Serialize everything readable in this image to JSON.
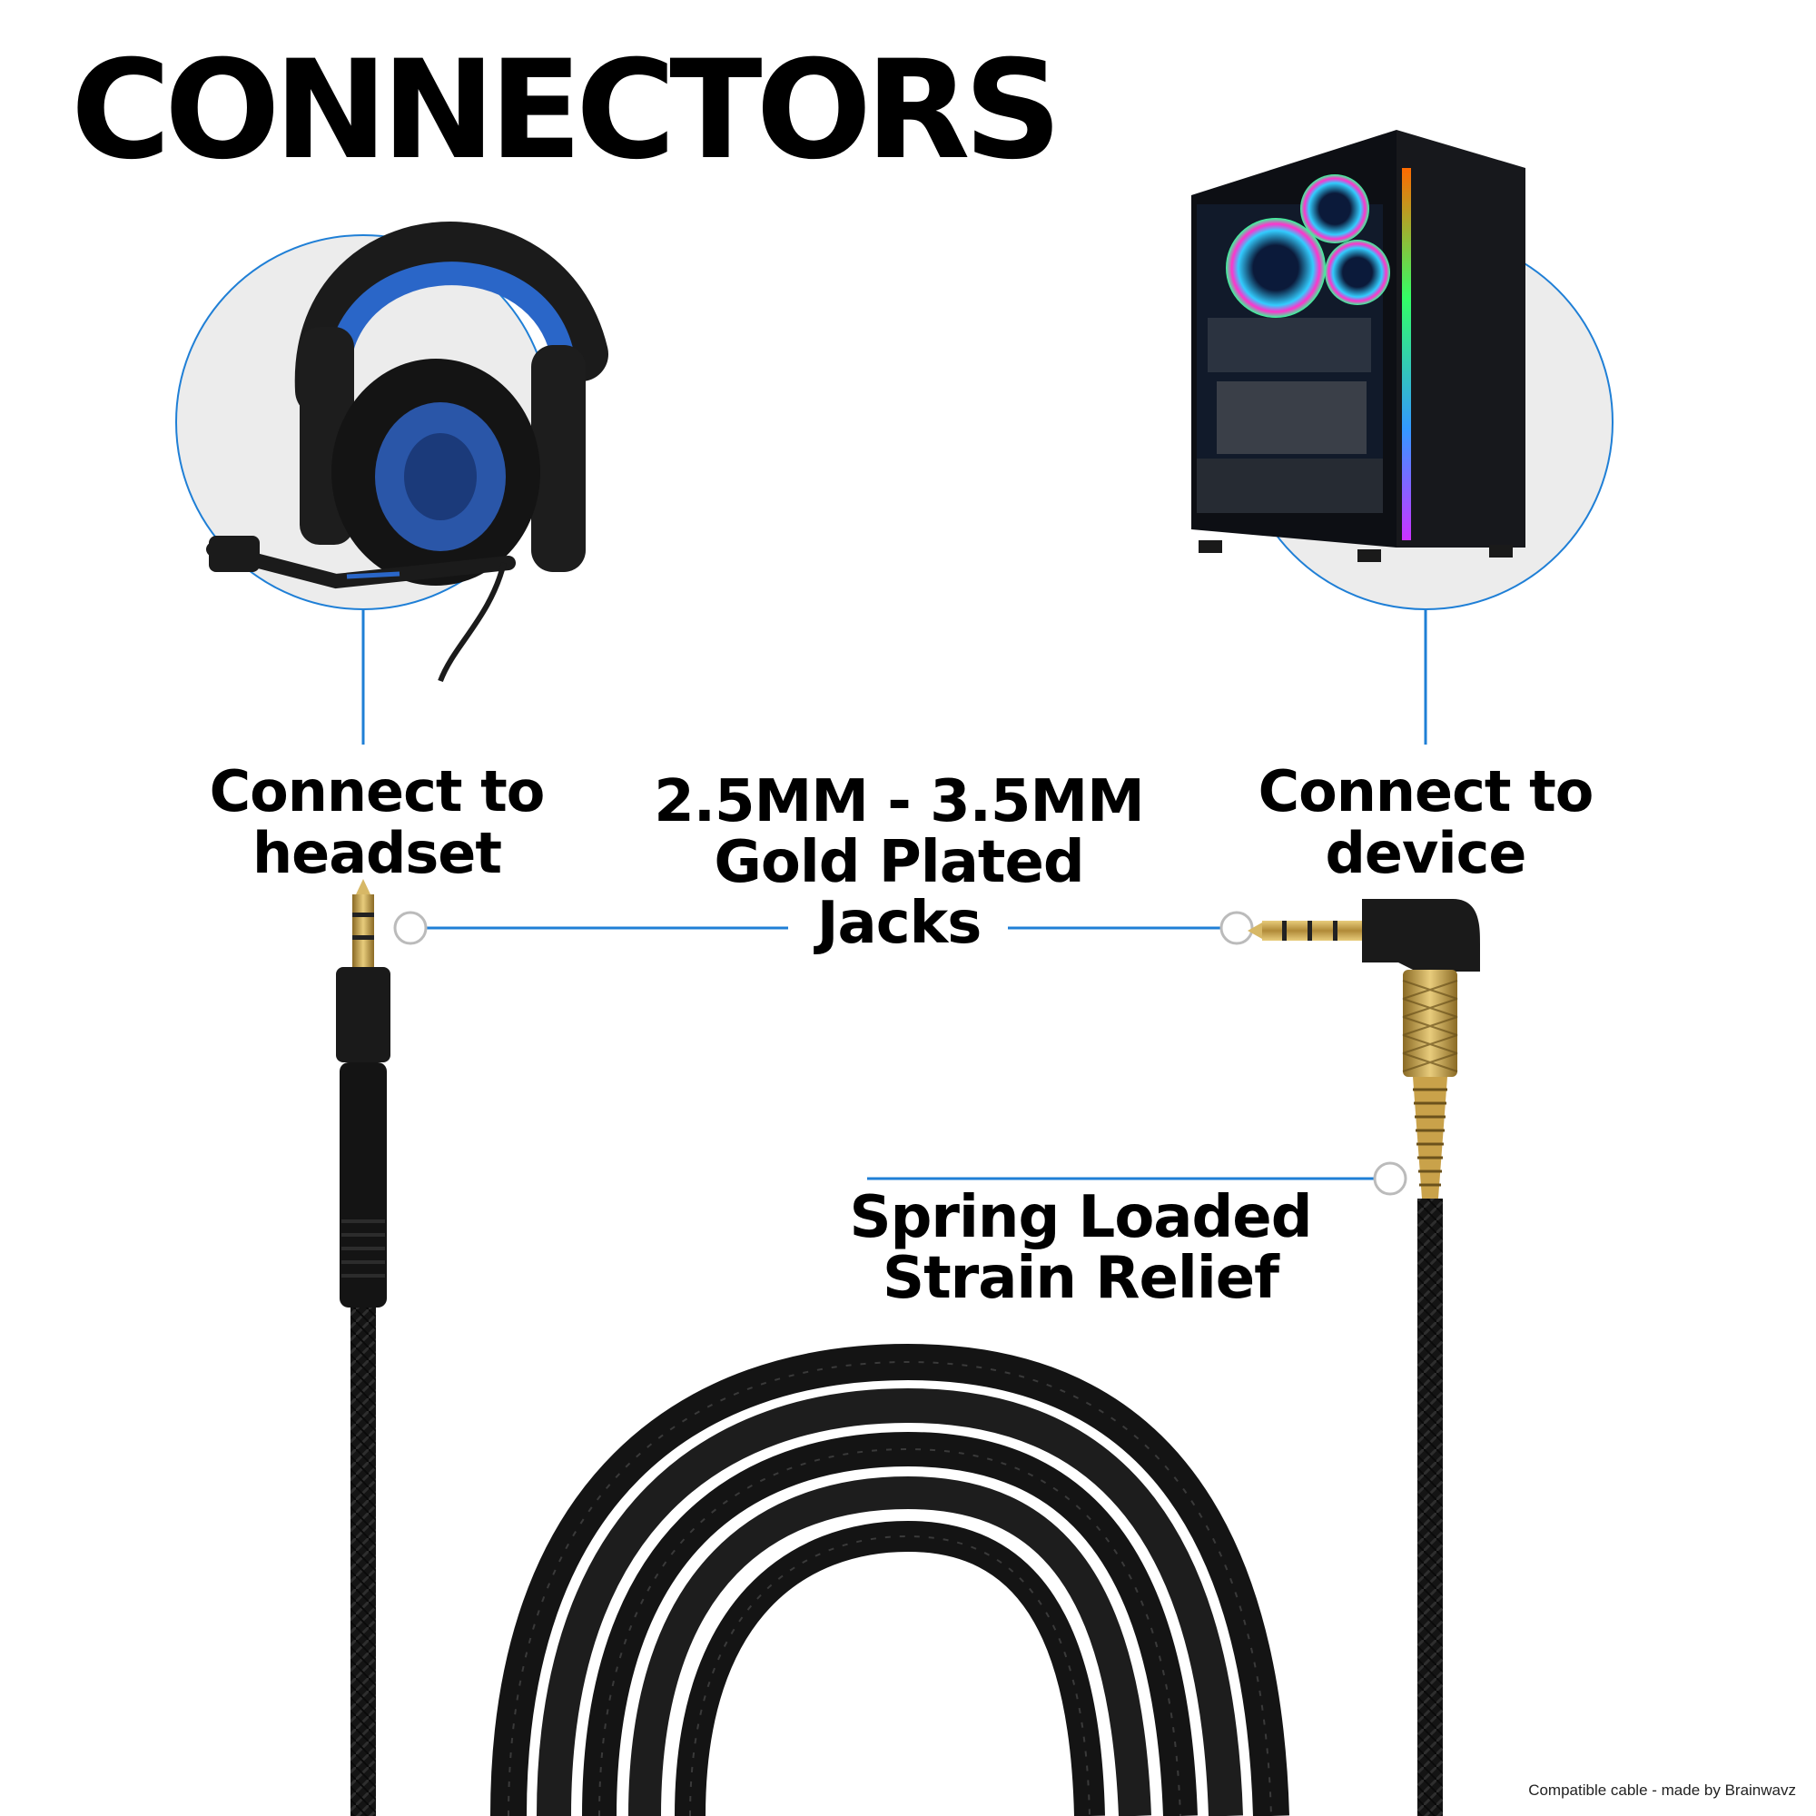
{
  "title": "CONNECTORS",
  "labels": {
    "headset": [
      "Connect to",
      "headset"
    ],
    "device": [
      "Connect to",
      "device"
    ],
    "jacks": [
      "2.5MM - 3.5MM",
      "Gold Plated",
      "Jacks"
    ],
    "spring": [
      "Spring Loaded",
      "Strain Relief"
    ]
  },
  "credit": "Compatible cable - made by Brainwavz",
  "colors": {
    "accent_line": "#1f7fd6",
    "headset_blue": "#2a66c8",
    "gold": "#c9a24a",
    "cable": "#141414"
  },
  "icons": [
    "headset-image",
    "pc-case-image",
    "cable-image"
  ]
}
